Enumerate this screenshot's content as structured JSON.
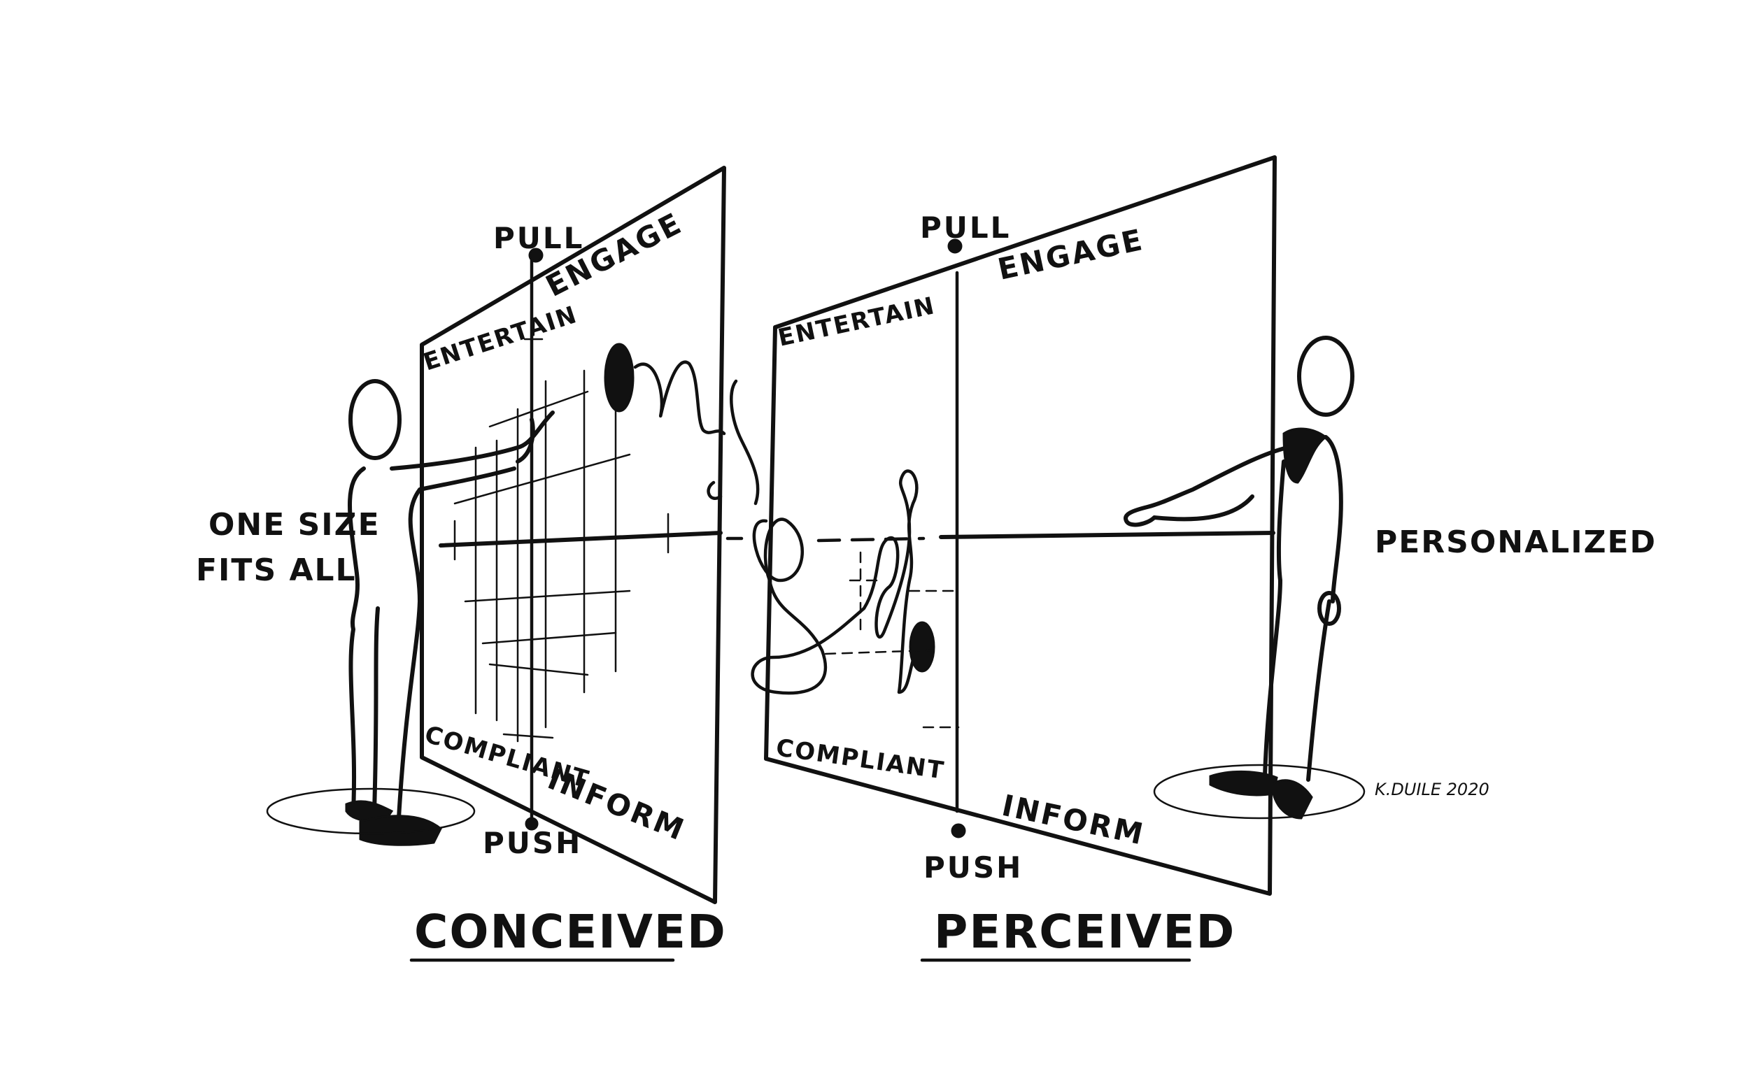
{
  "left_panel": {
    "axis_top": "PULL",
    "axis_bottom": "PUSH",
    "quadrant_top_left": "ENTERTAIN",
    "quadrant_top_right": "ENGAGE",
    "quadrant_bottom_left": "COMPLIANT",
    "quadrant_bottom_right": "INFORM",
    "caption": "CONCEIVED",
    "side_label_line1": "ONE SIZE",
    "side_label_line2": "FITS ALL"
  },
  "right_panel": {
    "axis_top": "PULL",
    "axis_bottom": "PUSH",
    "quadrant_top_left": "ENTERTAIN",
    "quadrant_top_right": "ENGAGE",
    "quadrant_bottom_left": "COMPLIANT",
    "quadrant_bottom_right": "INFORM",
    "caption": "PERCEIVED",
    "side_label": "PERSONALIZED"
  },
  "signature": "K.DUILE 2020"
}
